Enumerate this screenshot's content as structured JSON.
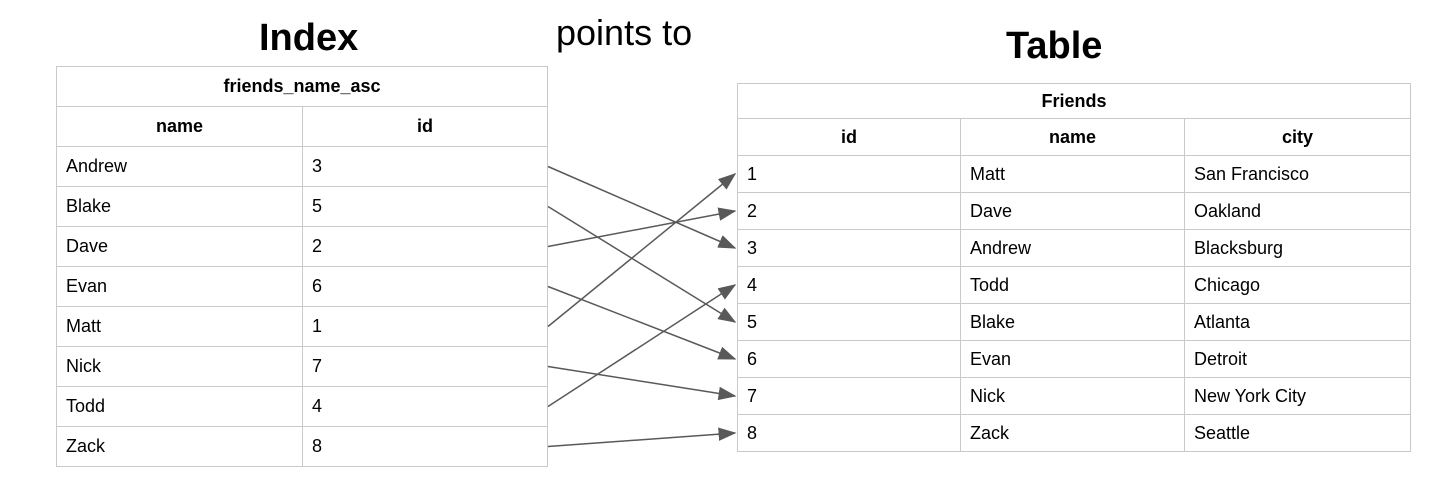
{
  "titles": {
    "index": "Index",
    "points_to": "points to",
    "table": "Table"
  },
  "index_table": {
    "title": "friends_name_asc",
    "columns": [
      "name",
      "id"
    ],
    "rows": [
      {
        "name": "Andrew",
        "id": 3
      },
      {
        "name": "Blake",
        "id": 5
      },
      {
        "name": "Dave",
        "id": 2
      },
      {
        "name": "Evan",
        "id": 6
      },
      {
        "name": "Matt",
        "id": 1
      },
      {
        "name": "Nick",
        "id": 7
      },
      {
        "name": "Todd",
        "id": 4
      },
      {
        "name": "Zack",
        "id": 8
      }
    ]
  },
  "friends_table": {
    "title": "Friends",
    "columns": [
      "id",
      "name",
      "city"
    ],
    "rows": [
      {
        "id": 1,
        "name": "Matt",
        "city": "San Francisco"
      },
      {
        "id": 2,
        "name": "Dave",
        "city": "Oakland"
      },
      {
        "id": 3,
        "name": "Andrew",
        "city": "Blacksburg"
      },
      {
        "id": 4,
        "name": "Todd",
        "city": "Chicago"
      },
      {
        "id": 5,
        "name": "Blake",
        "city": "Atlanta"
      },
      {
        "id": 6,
        "name": "Evan",
        "city": "Detroit"
      },
      {
        "id": 7,
        "name": "Nick",
        "city": "New York City"
      },
      {
        "id": 8,
        "name": "Zack",
        "city": "Seattle"
      }
    ]
  },
  "colors": {
    "arrow": "#595959",
    "table_border": "#c9c9c9",
    "text": "#000000"
  }
}
